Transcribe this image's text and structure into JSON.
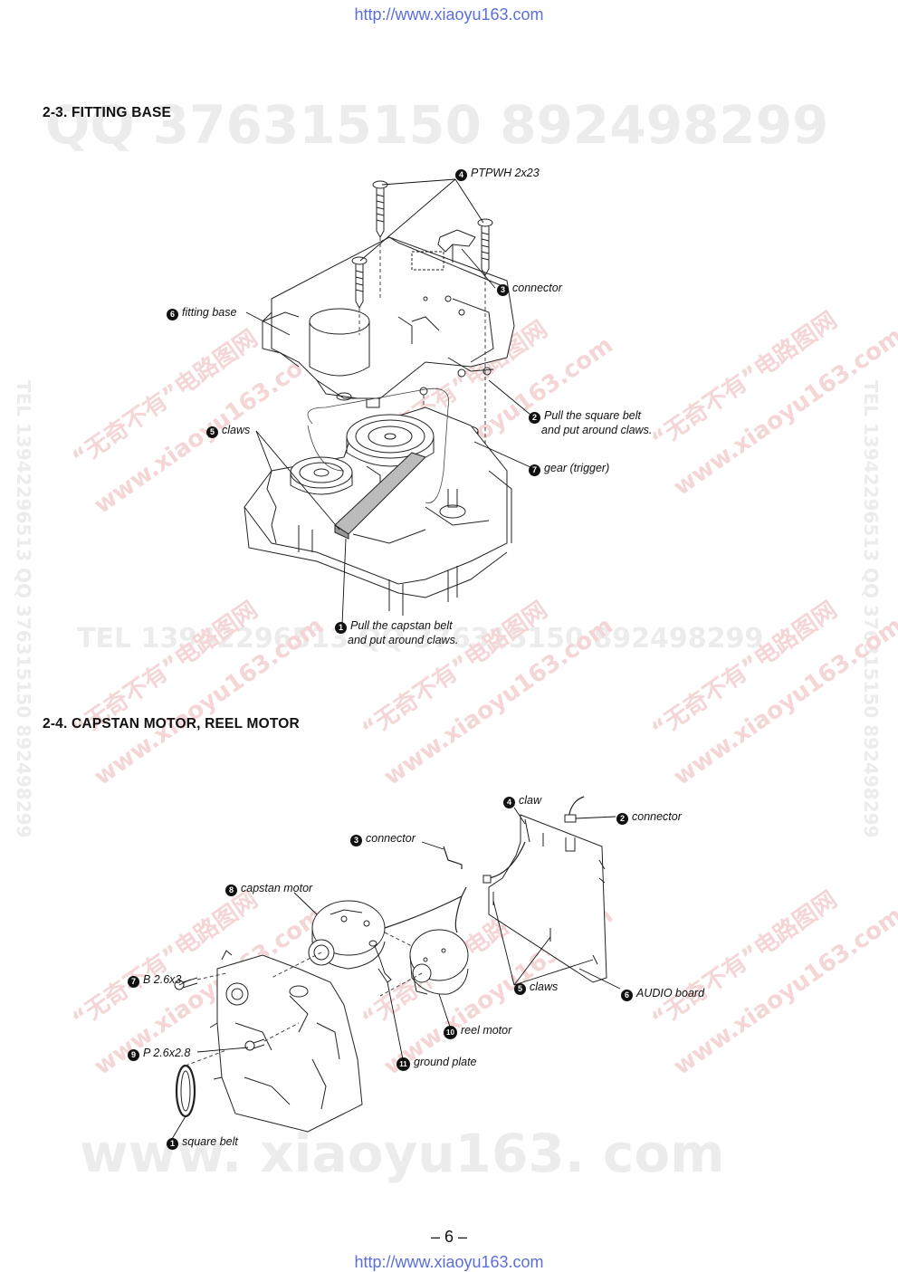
{
  "header": {
    "url": "http://www.xiaoyu163.com"
  },
  "footer": {
    "url": "http://www.xiaoyu163.com",
    "page_number": "– 6 –"
  },
  "section_fitting_base": {
    "title": "2-3. FITTING BASE",
    "labels": {
      "ptpwh": {
        "num": "4",
        "text": "PTPWH 2x23"
      },
      "connector": {
        "num": "3",
        "text": "connector"
      },
      "fitting_base": {
        "num": "6",
        "text": "fitting base"
      },
      "square_belt": {
        "num": "2",
        "line1": "Pull the square belt",
        "line2": "and put around claws."
      },
      "claws": {
        "num": "5",
        "text": "claws"
      },
      "gear": {
        "num": "7",
        "text": "gear (trigger)"
      },
      "capstan_belt": {
        "num": "1",
        "line1": "Pull the capstan belt",
        "line2": "and put around claws."
      }
    }
  },
  "section_motors": {
    "title": "2-4. CAPSTAN MOTOR, REEL MOTOR",
    "labels": {
      "claw": {
        "num": "4",
        "text": "claw"
      },
      "connector2": {
        "num": "2",
        "text": "connector"
      },
      "connector3": {
        "num": "3",
        "text": "connector"
      },
      "capstan_motor": {
        "num": "8",
        "text": "capstan motor"
      },
      "b_screw": {
        "num": "7",
        "text": "B 2.6x3"
      },
      "claws": {
        "num": "5",
        "text": "claws"
      },
      "audio_board": {
        "num": "6",
        "text": "AUDIO board"
      },
      "reel_motor": {
        "num": "10",
        "text": "reel motor"
      },
      "p_screw": {
        "num": "9",
        "text": "P 2.6x2.8"
      },
      "ground_plate": {
        "num": "11",
        "text": "ground plate"
      },
      "square_belt": {
        "num": "1",
        "text": "square belt"
      }
    }
  },
  "watermarks": {
    "qq": "QQ 376315150  892498299",
    "tel": "TEL 13942296513  QQ 376315150  892498299",
    "site": "www. xiaoyu163. com",
    "red1": "“无奇不有”电路图网",
    "red2": "www.xiaoyu163.com",
    "vert": "TEL 13942296513  QQ 376315150  892498299"
  }
}
